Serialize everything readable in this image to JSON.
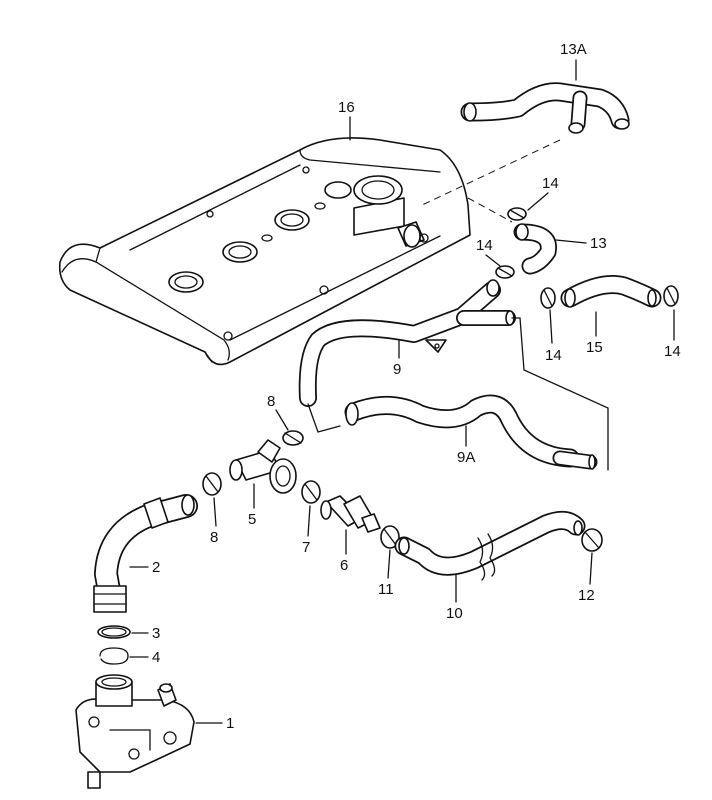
{
  "labels": {
    "p1": "1",
    "p2": "2",
    "p3": "3",
    "p4": "4",
    "p5": "5",
    "p6": "6",
    "p7": "7",
    "p8a": "8",
    "p8b": "8",
    "p9": "9",
    "p9a": "9A",
    "p10": "10",
    "p11": "11",
    "p12": "12",
    "p13": "13",
    "p13a": "13A",
    "p14a": "14",
    "p14b": "14",
    "p14c": "14",
    "p14d": "14",
    "p15": "15",
    "p16": "16"
  }
}
